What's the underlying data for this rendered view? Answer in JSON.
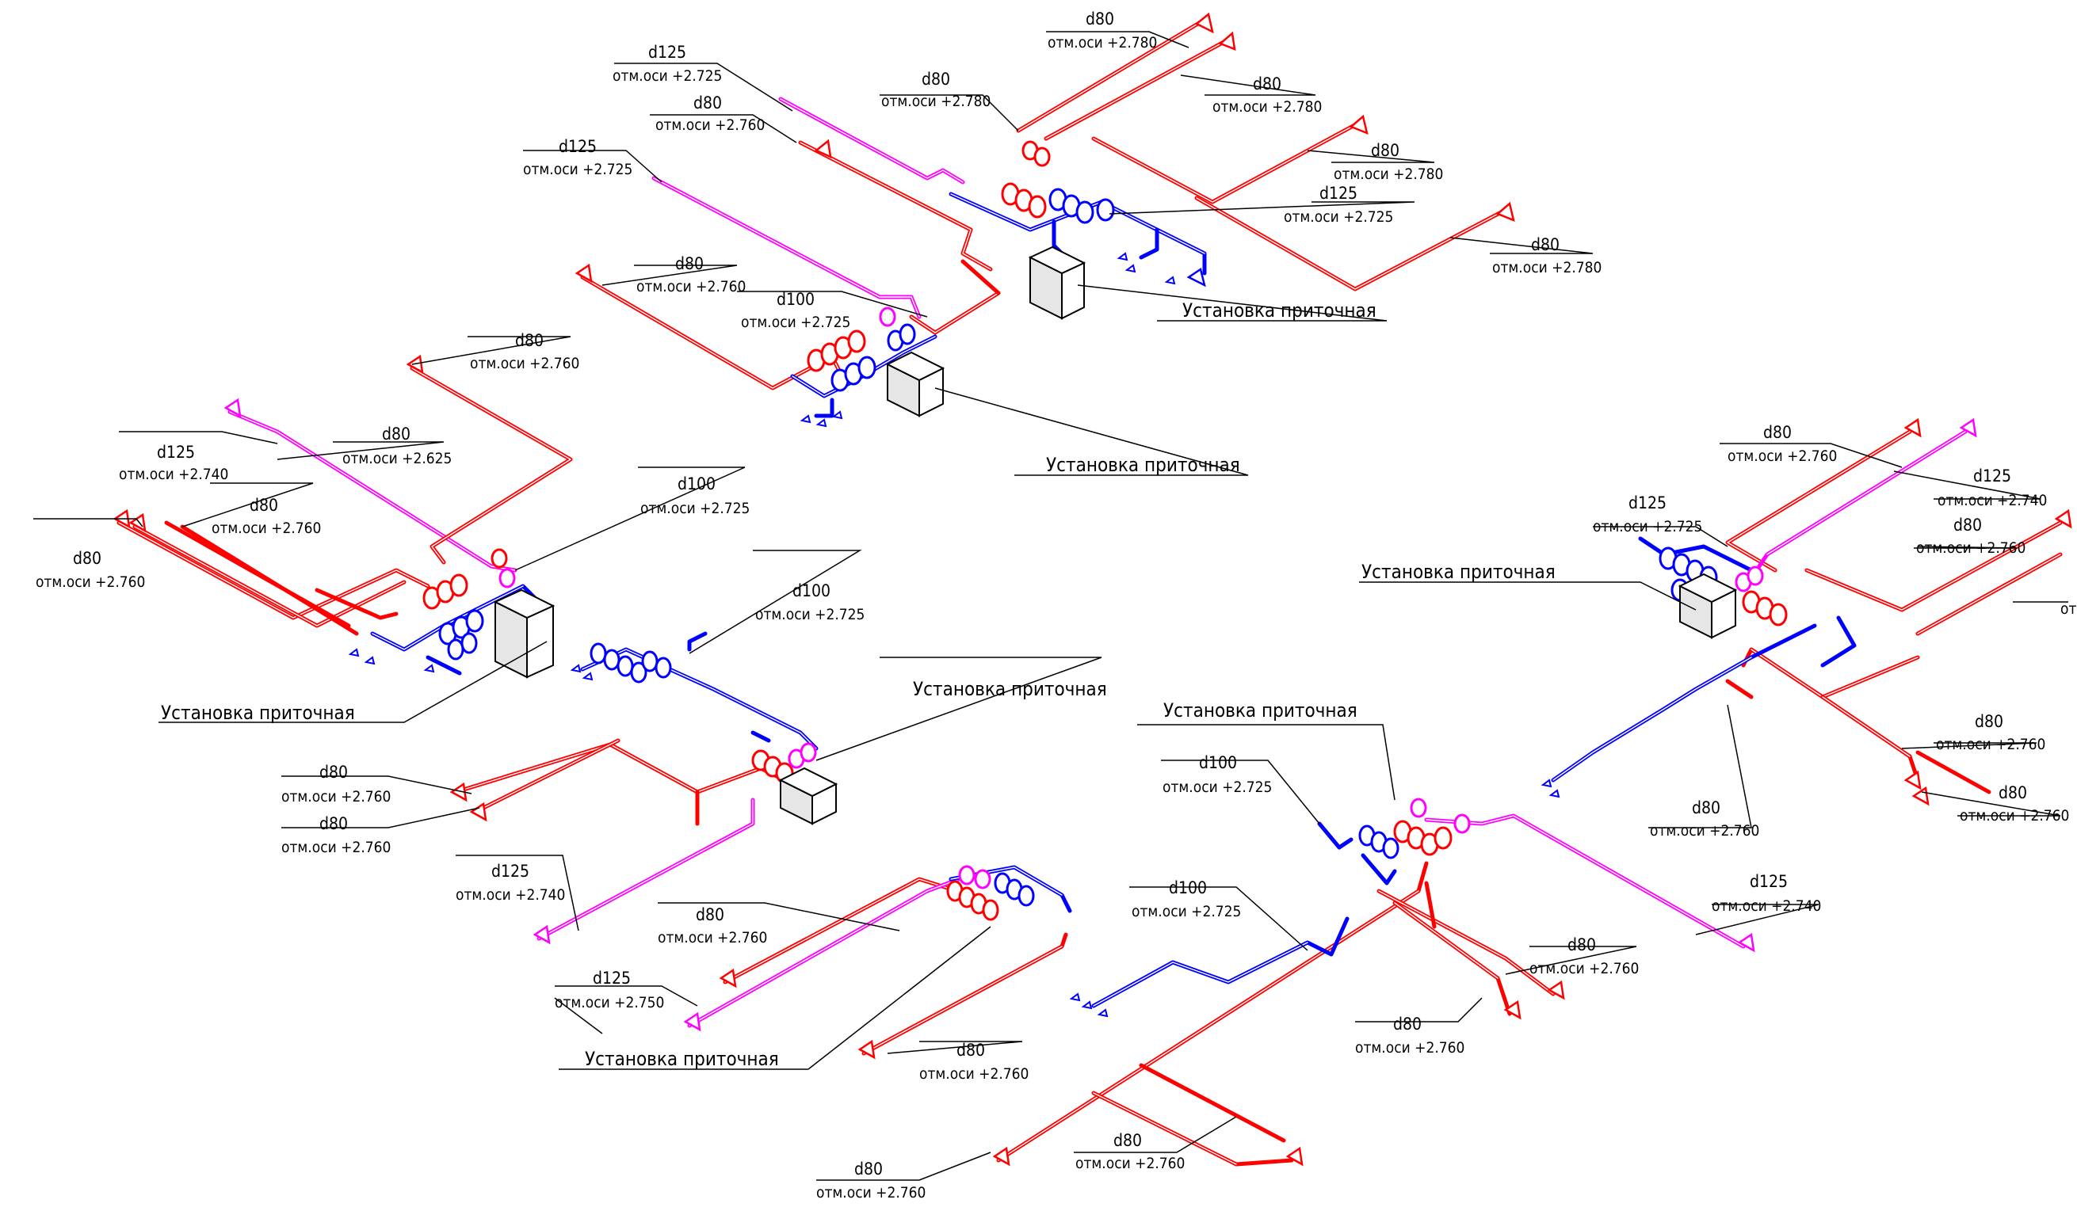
{
  "colors": {
    "supply_duct": "#ff0000",
    "recirc_duct": "#0000ff",
    "outdoor_duct": "#ff00ff",
    "annotation": "#000000",
    "background": "#ffffff"
  },
  "units": [
    {
      "label": "Установка приточная"
    },
    {
      "label": "Установка приточная"
    },
    {
      "label": "Установка приточная"
    },
    {
      "label": "Установка приточная"
    },
    {
      "label": "Установка приточная"
    },
    {
      "label": "Установка приточная"
    },
    {
      "label": "Установка приточная"
    }
  ],
  "duct_labels": [
    {
      "d": "d80",
      "elev": "отм.оси +2.780"
    },
    {
      "d": "d125",
      "elev": "отм.оси +2.725"
    },
    {
      "d": "d80",
      "elev": "отм.оси +2.760"
    },
    {
      "d": "d80",
      "elev": "отм.оси +2.780"
    },
    {
      "d": "d80",
      "elev": "отм.оси +2.780"
    },
    {
      "d": "d125",
      "elev": "отм.оси +2.725"
    },
    {
      "d": "d80",
      "elev": "отм.оси +2.780"
    },
    {
      "d": "d125",
      "elev": "отм.оси +2.725"
    },
    {
      "d": "d80",
      "elev": "отм.оси +2.780"
    },
    {
      "d": "d80",
      "elev": "отм.оси +2.760"
    },
    {
      "d": "d100",
      "elev": "отм.оси +2.725"
    },
    {
      "d": "d80",
      "elev": "отм.оси +2.760"
    },
    {
      "d": "d125",
      "elev": "отм.оси +2.740"
    },
    {
      "d": "d80",
      "elev": "отм.оси +2.625"
    },
    {
      "d": "d80",
      "elev": "отм.оси +2.760"
    },
    {
      "d": "d80",
      "elev": "отм.оси +2.760"
    },
    {
      "d": "d100",
      "elev": "отм.оси +2.725"
    },
    {
      "d": "d100",
      "elev": "отм.оси +2.725"
    },
    {
      "d": "d80",
      "elev": "отм.оси +2.760"
    },
    {
      "d": "d80",
      "elev": "отм.оси +2.760"
    },
    {
      "d": "d125",
      "elev": "отм.оси +2.740"
    },
    {
      "d": "d80",
      "elev": "отм.оси +2.760"
    },
    {
      "d": "d125",
      "elev": "отм.оси +2.750"
    },
    {
      "d": "d80",
      "elev": "отм.оси +2.760"
    },
    {
      "d": "d100",
      "elev": "отм.оси +2.725"
    },
    {
      "d": "d100",
      "elev": "отм.оси +2.725"
    },
    {
      "d": "d80",
      "elev": "отм.оси +2.760"
    },
    {
      "d": "d80",
      "elev": "отм.оси +2.760"
    },
    {
      "d": "d80",
      "elev": "отм.оси +2.760"
    },
    {
      "d": "d80",
      "elev": "отм.оси +2.760"
    },
    {
      "d": "d80",
      "elev": "отм.оси +2.760"
    },
    {
      "d": "d125",
      "elev": "отм.оси +2.740"
    },
    {
      "d": "d125",
      "elev": "отм.оси +2.725"
    },
    {
      "d": "d80",
      "elev": "отм.оси +2.760"
    },
    {
      "d": "d80",
      "elev": "отм.оси +2.760"
    },
    {
      "d": "d80",
      "elev": "отм.оси +2.760"
    },
    {
      "d": "d80",
      "elev": "отм.оси +2.760"
    },
    {
      "d": "d125",
      "elev": "отм.оси +2.740"
    }
  ],
  "edge_fragment": "отм"
}
